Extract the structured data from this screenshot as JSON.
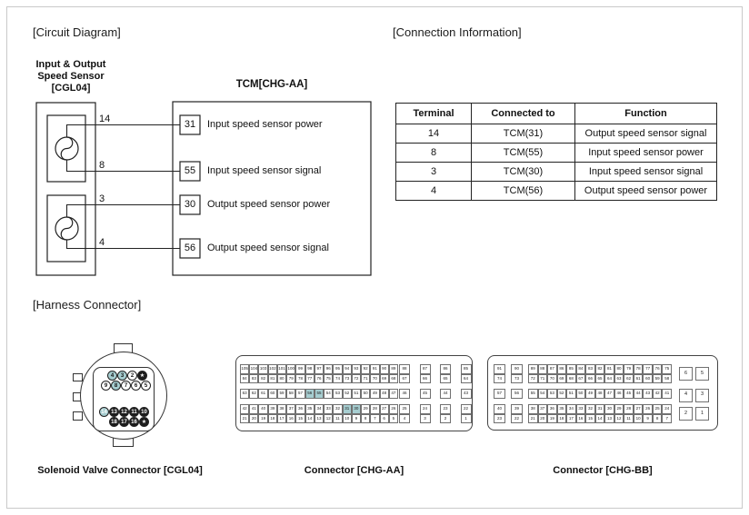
{
  "page": {
    "circuit_section_label": "[Circuit Diagram]",
    "connection_section_label": "[Connection Information]",
    "harness_section_label": "[Harness Connector]"
  },
  "colors": {
    "highlight": "#a6cdd0",
    "line": "#222222"
  },
  "circuit": {
    "sensor_label_line1": "Input & Output",
    "sensor_label_line2": "Speed Sensor",
    "sensor_label_line3": "[CGL04]",
    "tcm_label": "TCM[CHG-AA]",
    "sensor_pins": [
      "14",
      "8",
      "3",
      "4"
    ],
    "tcm_pins": [
      {
        "pin": "31",
        "function": "Input speed sensor power"
      },
      {
        "pin": "55",
        "function": "Input speed sensor signal"
      },
      {
        "pin": "30",
        "function": "Output speed sensor power"
      },
      {
        "pin": "56",
        "function": "Output speed sensor signal"
      }
    ]
  },
  "connection_table": {
    "headers": [
      "Terminal",
      "Connected to",
      "Function"
    ],
    "rows": [
      [
        "14",
        "TCM(31)",
        "Output speed sensor signal"
      ],
      [
        "8",
        "TCM(55)",
        "Input speed sensor power"
      ],
      [
        "3",
        "TCM(30)",
        "Input speed sensor signal"
      ],
      [
        "4",
        "TCM(56)",
        "Output speed sensor power"
      ]
    ]
  },
  "harness": {
    "cgl04": {
      "label": "Solenoid Valve Connector [CGL04]",
      "rows": [
        {
          "style": "light",
          "pins": [
            {
              "t": "4",
              "hl": true
            },
            {
              "t": "3",
              "hl": true
            },
            {
              "t": "2"
            },
            {
              "t": "★",
              "star": true
            }
          ]
        },
        {
          "style": "light",
          "pins": [
            {
              "t": "9"
            },
            {
              "t": "8",
              "hl": true
            },
            {
              "t": "7"
            },
            {
              "t": "6"
            },
            {
              "t": "5"
            }
          ]
        },
        {
          "style": "dark",
          "pins": [
            {
              "t": "14",
              "hl": true
            },
            {
              "t": "13"
            },
            {
              "t": "12"
            },
            {
              "t": "11"
            },
            {
              "t": "10"
            }
          ]
        },
        {
          "style": "dark",
          "pins": [
            {
              "t": "18"
            },
            {
              "t": "17"
            },
            {
              "t": "16"
            },
            {
              "t": "★",
              "star": true
            }
          ]
        }
      ]
    },
    "chg_aa": {
      "label": "Connector [CHG-AA]",
      "left_rows": [
        [
          "105",
          "104",
          "103",
          "102",
          "101",
          "100",
          "99",
          "98",
          "97",
          "96",
          "95",
          "94",
          "93",
          "92",
          "91",
          "90",
          "89"
        ],
        [
          "84",
          "83",
          "82",
          "81",
          "80",
          "79",
          "78",
          "77",
          "76",
          "75",
          "74",
          "73",
          "72",
          "71",
          "70",
          "69",
          "68"
        ],
        [
          "63",
          "62",
          "61",
          "60",
          "59",
          "58",
          "57",
          "56",
          "55",
          "54",
          "53",
          "52",
          "51",
          "50",
          "49",
          "48",
          "47"
        ],
        [
          "42",
          "41",
          "40",
          "39",
          "38",
          "37",
          "36",
          "35",
          "34",
          "33",
          "32",
          "31",
          "30",
          "29",
          "28",
          "27",
          "26"
        ],
        [
          "21",
          "20",
          "19",
          "18",
          "17",
          "16",
          "15",
          "14",
          "13",
          "12",
          "11",
          "10",
          "9",
          "8",
          "7",
          "6",
          "5"
        ]
      ],
      "right_rows": [
        [
          "88",
          "87",
          "86",
          "85"
        ],
        [
          "67",
          "66",
          "65",
          "64"
        ],
        [
          "46",
          "45",
          "44",
          "43"
        ],
        [
          "25",
          "24",
          "23",
          "22"
        ],
        [
          "4",
          "3",
          "2",
          "1"
        ]
      ],
      "highlighted": [
        "56",
        "55",
        "31",
        "30"
      ]
    },
    "chg_bb": {
      "label": "Connector [CHG-BB]",
      "col1": [
        "91",
        "74",
        "57",
        "40",
        "23"
      ],
      "col2": [
        "90",
        "73",
        "56",
        "39",
        "22"
      ],
      "main_rows": [
        [
          "89",
          "88",
          "87",
          "86",
          "85",
          "84",
          "83",
          "82",
          "81",
          "80",
          "79",
          "78",
          "77",
          "76",
          "75"
        ],
        [
          "72",
          "71",
          "70",
          "69",
          "68",
          "67",
          "66",
          "65",
          "64",
          "63",
          "62",
          "61",
          "60",
          "59",
          "58"
        ],
        [
          "55",
          "54",
          "53",
          "52",
          "51",
          "50",
          "49",
          "48",
          "47",
          "46",
          "45",
          "44",
          "43",
          "42",
          "41"
        ],
        [
          "38",
          "37",
          "36",
          "35",
          "34",
          "33",
          "32",
          "31",
          "30",
          "29",
          "28",
          "27",
          "26",
          "25",
          "24"
        ],
        [
          "21",
          "20",
          "19",
          "18",
          "17",
          "16",
          "15",
          "14",
          "13",
          "12",
          "11",
          "10",
          "9",
          "8",
          "7"
        ]
      ],
      "right_rows": [
        [
          "6",
          "5"
        ],
        [
          "4",
          "3"
        ],
        [
          "2",
          "1"
        ]
      ],
      "highlighted": []
    }
  }
}
